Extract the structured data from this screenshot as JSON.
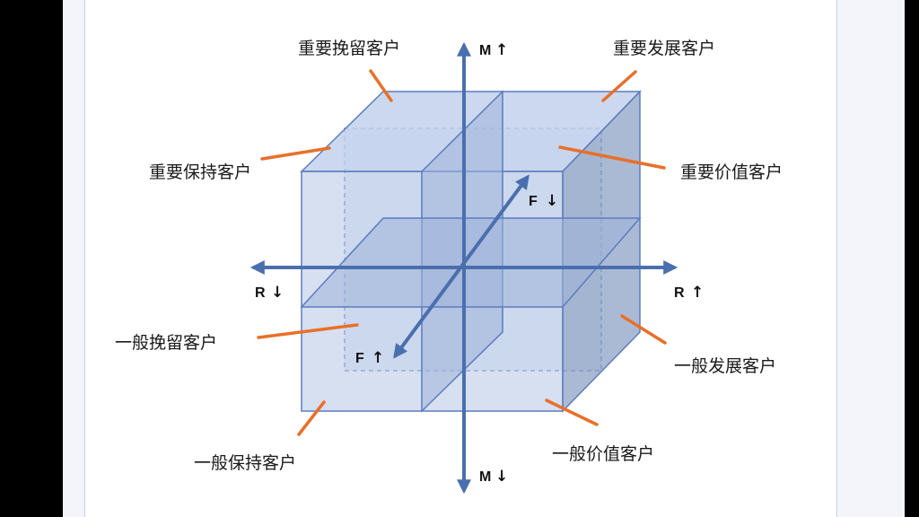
{
  "segments": {
    "important_retain": "重要挽留客户",
    "important_develop": "重要发展客户",
    "important_keep": "重要保持客户",
    "important_value": "重要价值客户",
    "general_retain": "一般挽留客户",
    "general_develop": "一般发展客户",
    "general_keep": "一般保持客户",
    "general_value": "一般价值客户"
  },
  "axes": {
    "m_up": "M",
    "m_down": "M",
    "r_left": "R",
    "r_right": "R",
    "f_back": "F",
    "f_front": "F"
  },
  "arrows": {
    "up": "↑",
    "down": "↓"
  },
  "colors": {
    "cube_fill": "#b9c9e6",
    "cube_edge": "#5b7cbd",
    "axis": "#4a6fae",
    "leader": "#e8702a"
  }
}
